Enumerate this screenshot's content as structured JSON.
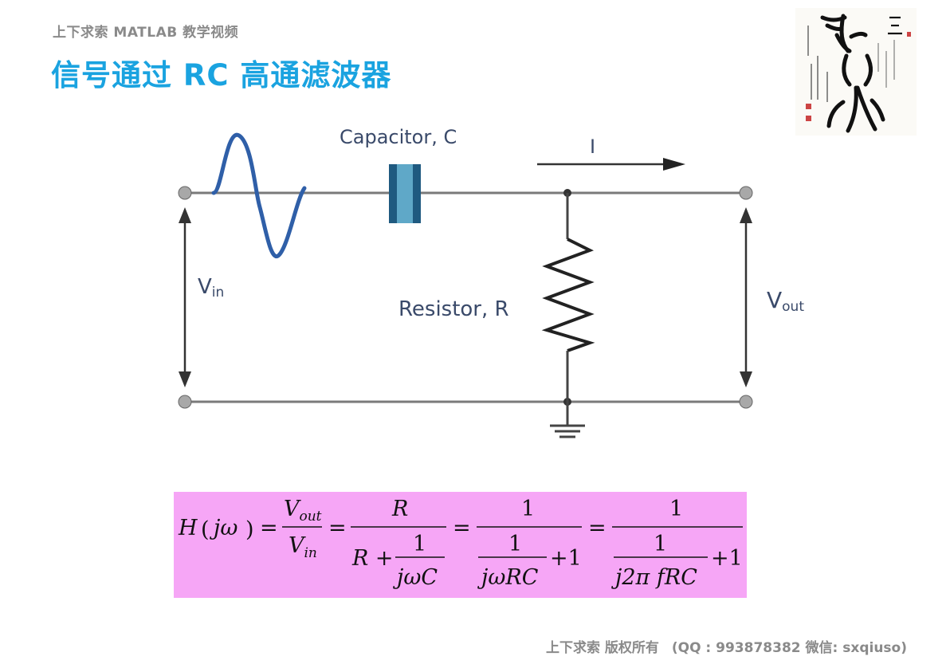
{
  "header": {
    "series": "上下求索 MATLAB 教学视频",
    "title": "信号通过 RC 高通滤波器"
  },
  "logo": {
    "kind": "calligraphy-seal-logo"
  },
  "circuit": {
    "capacitor_label": "Capacitor, C",
    "current_label": "I",
    "resistor_label": "Resistor, R",
    "vin_main": "V",
    "vin_sub": "in",
    "vout_main": "V",
    "vout_sub": "out",
    "wire_color": "#7a7a7a",
    "sine_color": "#2f5fa8",
    "capacitor_color": "#1f5a80"
  },
  "formula": {
    "background": "#f6a6f6",
    "lhs": "H",
    "lhs_arg": "jω",
    "t1_num": "V",
    "t1_num_sub": "out",
    "t1_den": "V",
    "t1_den_sub": "in",
    "t2_num": "R",
    "t2_den_left": "R +",
    "t2_den_frac_num": "1",
    "t2_den_frac_den": "jωC",
    "t3_num": "1",
    "t3_den_frac_num": "1",
    "t3_den_frac_den": "jωRC",
    "t3_den_right": "+1",
    "t4_num": "1",
    "t4_den_frac_num": "1",
    "t4_den_frac_den": "j2π fRC",
    "t4_den_right": "+1",
    "eq": "="
  },
  "footer": {
    "copyright": "上下求索 版权所有",
    "contact": "(QQ : 993878382   微信: sxqiuso)"
  }
}
